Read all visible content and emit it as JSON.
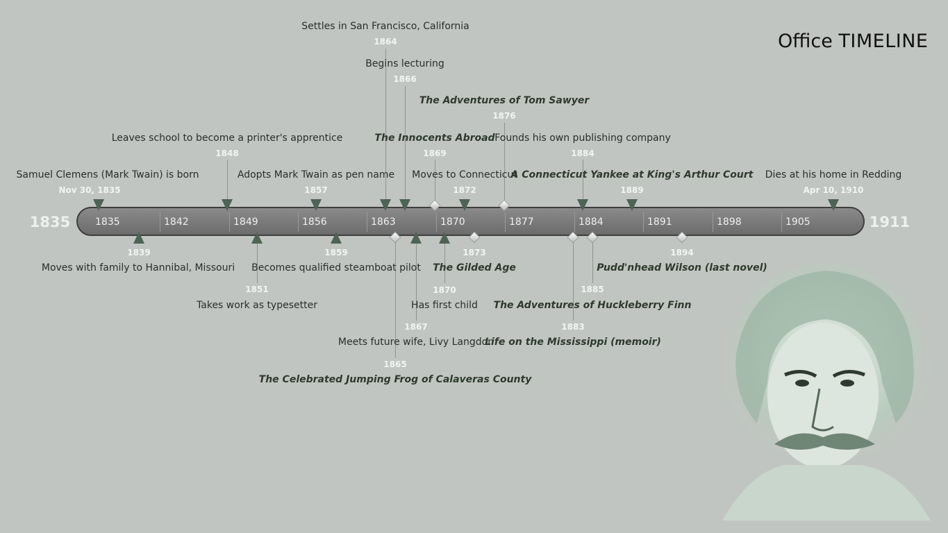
{
  "logo": {
    "office": "Office",
    "timeline": "TIMELINE"
  },
  "range": {
    "start": "1835",
    "end": "1911"
  },
  "ticks": [
    "1835",
    "1842",
    "1849",
    "1856",
    "1863",
    "1870",
    "1877",
    "1884",
    "1891",
    "1898",
    "1905"
  ],
  "above": [
    {
      "date": "Nov 30, 1835",
      "text": "Samuel Clemens (Mark Twain) is born"
    },
    {
      "date": "1848",
      "text": "Leaves school to become a printer's apprentice"
    },
    {
      "date": "1857",
      "text": "Adopts Mark Twain as pen name"
    },
    {
      "date": "1864",
      "text": "Settles in San Francisco, California"
    },
    {
      "date": "1866",
      "text": "Begins lecturing"
    },
    {
      "date": "1869",
      "text": "The Innocents Abroad"
    },
    {
      "date": "1872",
      "text": "Moves to Connecticut"
    },
    {
      "date": "1876",
      "text": "The Adventures of Tom Sawyer"
    },
    {
      "date": "1884",
      "text": "Founds his own publishing company"
    },
    {
      "date": "1889",
      "text": "A Connecticut Yankee at King's Arthur Court"
    },
    {
      "date": "Apr 10, 1910",
      "text": "Dies at his home in Redding"
    }
  ],
  "below": [
    {
      "date": "1839",
      "text": "Moves with family to Hannibal, Missouri"
    },
    {
      "date": "1851",
      "text": "Takes work as typesetter"
    },
    {
      "date": "1859",
      "text": "Becomes qualified steamboat pilot"
    },
    {
      "date": "1865",
      "text": "The Celebrated Jumping Frog of Calaveras County"
    },
    {
      "date": "1867",
      "text": "Meets future wife, Livy Langdon"
    },
    {
      "date": "1870",
      "text": "Has first child"
    },
    {
      "date": "1873",
      "text": "The Gilded Age"
    },
    {
      "date": "1883",
      "text": "Life on the Mississippi (memoir)"
    },
    {
      "date": "1885",
      "text": "The Adventures of Huckleberry Finn"
    },
    {
      "date": "1894",
      "text": "Pudd'nhead Wilson (last novel)"
    }
  ]
}
